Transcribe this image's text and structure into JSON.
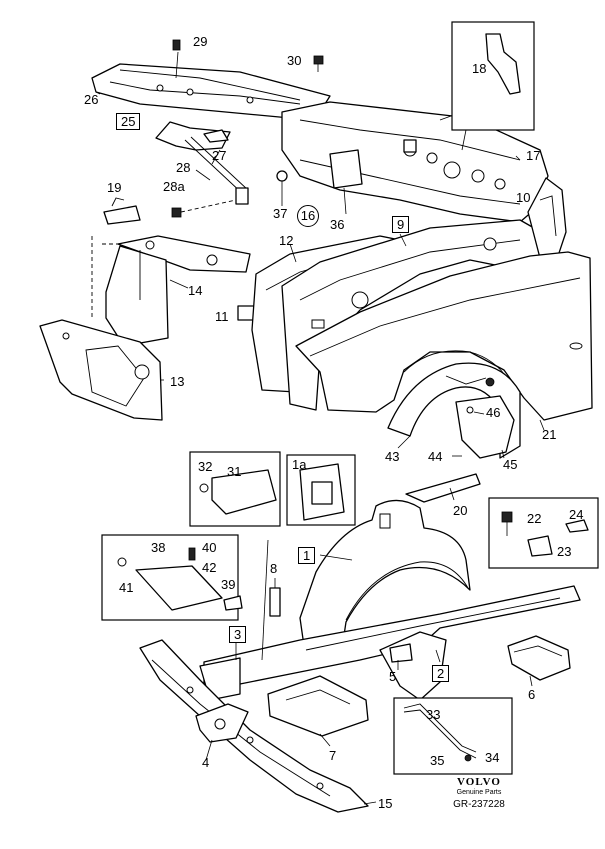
{
  "callouts": {
    "c1": "1",
    "c1a": "1a",
    "c2": "2",
    "c3": "3",
    "c4": "4",
    "c5": "5",
    "c6": "6",
    "c7": "7",
    "c8": "8",
    "c9": "9",
    "c10": "10",
    "c11": "11",
    "c12": "12",
    "c13": "13",
    "c14": "14",
    "c15": "15",
    "c16": "16",
    "c17": "17",
    "c18": "18",
    "c19": "19",
    "c20": "20",
    "c21": "21",
    "c22": "22",
    "c23": "23",
    "c24": "24",
    "c25": "25",
    "c26": "26",
    "c27": "27",
    "c28": "28",
    "c28a": "28a",
    "c29": "29",
    "c30": "30",
    "c31": "31",
    "c32": "32",
    "c33": "33",
    "c34": "34",
    "c35": "35",
    "c36": "36",
    "c37": "37",
    "c38": "38",
    "c39": "39",
    "c40": "40",
    "c41": "41",
    "c42": "42",
    "c43": "43",
    "c44": "44",
    "c45": "45",
    "c46": "46"
  },
  "brand": {
    "logo_text": "VOLVO",
    "tagline": "Genuine Parts",
    "reference": "GR-237228"
  },
  "colors": {
    "line": "#000000",
    "background": "#ffffff"
  }
}
